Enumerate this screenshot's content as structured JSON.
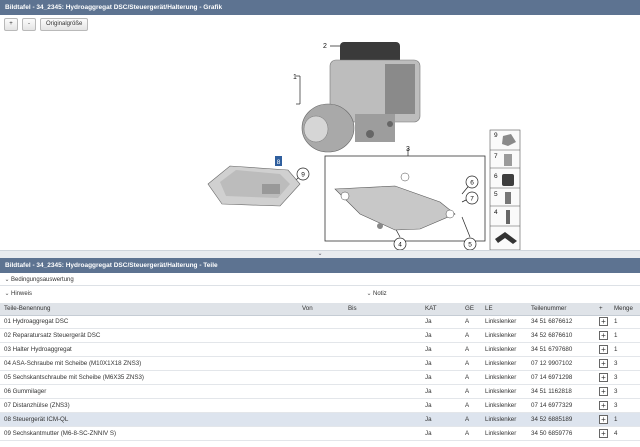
{
  "header_top": "Bildtafel - 34_2345: Hydroaggregat DSC/Steuergerät/Halterung - Grafik",
  "toolbar": {
    "zoom_in": "+",
    "zoom_out": "-",
    "original": "Originalgröße"
  },
  "callouts": {
    "c1": "1",
    "c2": "2",
    "c3": "3",
    "c4": "4",
    "c5": "5",
    "c6": "6",
    "c7": "7",
    "c8": "8",
    "c9": "9"
  },
  "side_panel": {
    "n9": "9",
    "n7": "7",
    "n6": "6",
    "n5": "5",
    "n4": "4"
  },
  "collapse_icon": "chevron-down-icon",
  "header_parts": "Bildtafel - 34_2345: Hydroaggregat DSC/Steuergerät/Halterung - Teile",
  "filters": {
    "evaluation": "Bedingungsauswertung",
    "notes": "Hinweis",
    "notiz": "Notiz"
  },
  "columns": [
    "Teile-Benennung",
    "Von",
    "Bis",
    "KAT",
    "GE",
    "LE",
    "Teilenummer",
    "+",
    "Menge"
  ],
  "rows": [
    {
      "name": "01 Hydroaggregat DSC",
      "kat": "Ja",
      "ge": "A",
      "le": "Linkslenker",
      "nr": "34 51 6876612",
      "cart": "+",
      "qty": "1"
    },
    {
      "name": "02 Reparatursatz Steuergerät DSC",
      "kat": "Ja",
      "ge": "A",
      "le": "Linkslenker",
      "nr": "34 52 6876610",
      "cart": "+",
      "qty": "1"
    },
    {
      "name": "03 Halter Hydroaggregat",
      "kat": "Ja",
      "ge": "A",
      "le": "Linkslenker",
      "nr": "34 51 6797680",
      "cart": "+",
      "qty": "1"
    },
    {
      "name": "04 ASA-Schraube mit Scheibe (M10X1X18 ZNS3)",
      "kat": "Ja",
      "ge": "A",
      "le": "Linkslenker",
      "nr": "07 12 9907102",
      "cart": "+",
      "qty": "3"
    },
    {
      "name": "05 Sechskantschraube mit Scheibe (M6X35 ZNS3)",
      "kat": "Ja",
      "ge": "A",
      "le": "Linkslenker",
      "nr": "07 14 6971298",
      "cart": "+",
      "qty": "3"
    },
    {
      "name": "06 Gummilager",
      "kat": "Ja",
      "ge": "A",
      "le": "Linkslenker",
      "nr": "34 51 1162818",
      "cart": "+",
      "qty": "3"
    },
    {
      "name": "07 Distanzhülse (ZNS3)",
      "kat": "Ja",
      "ge": "A",
      "le": "Linkslenker",
      "nr": "07 14 6977329",
      "cart": "+",
      "qty": "3"
    },
    {
      "name": "08 Steuergerät ICM-QL",
      "kat": "Ja",
      "ge": "A",
      "le": "Linkslenker",
      "nr": "34 52 6885189",
      "cart": "+",
      "qty": "1",
      "selected": true
    },
    {
      "name": "09 Sechskantmutter (M6-8-SC-ZNNIV S)",
      "kat": "Ja",
      "ge": "A",
      "le": "Linkslenker",
      "nr": "34 50 6859776",
      "cart": "+",
      "qty": "4"
    }
  ]
}
